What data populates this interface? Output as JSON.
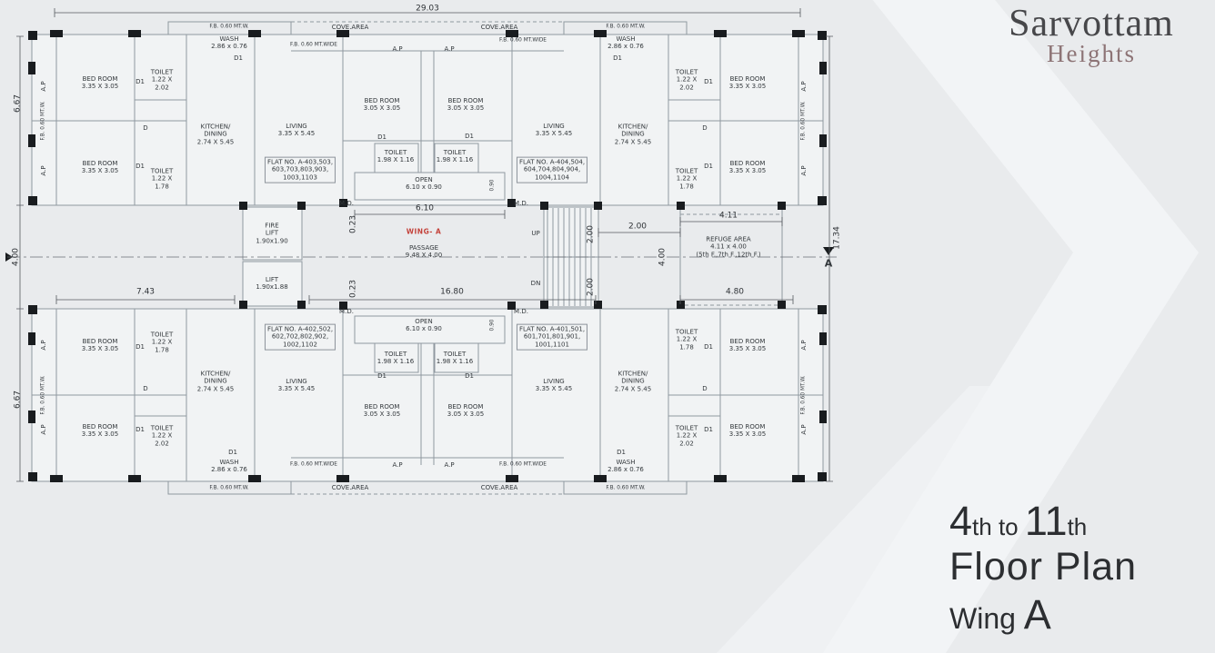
{
  "brand": {
    "name": "Sarvottam",
    "tagline": "Heights"
  },
  "caption": {
    "num1": "4",
    "suffix1": "th to ",
    "num2": "11",
    "suffix2": "th",
    "line2": "Floor Plan",
    "wing_prefix": "Wing ",
    "wing_letter": "A"
  },
  "colors": {
    "wing_label": "#c4423a",
    "brand_sub": "#8d7476",
    "ink": "#2c2e31",
    "page_bg": "#e9ebed"
  },
  "dims": {
    "top_width": "29.03",
    "upper_wing_height": "6.67",
    "core_height": "4.00",
    "lower_wing_height": "6.67",
    "total_height": "17.34",
    "left_gap": "7.43",
    "center_span": "16.80",
    "right_span": "4.80",
    "open_width": "6.10",
    "offset_top": "0.23",
    "offset_bottom": "0.23",
    "stair_flight_top": "2.00",
    "stair_flight_bottom": "2.00",
    "stair_landing": "2.00",
    "stair_depth": "4.00",
    "refuge_width": "4.11",
    "open_depth": "0.90",
    "section_marker": "A"
  },
  "rooms": {
    "bed_large": "BED ROOM\n3.35 X 3.05",
    "bed_small": "BED ROOM\n3.05 X 3.05",
    "toilet_a": "TOILET\n1.22 X\n2.02",
    "toilet_b": "TOILET\n1.22 X\n1.78",
    "toilet_c": "TOILET\n1.98 X 1.16",
    "kitchen": "KITCHEN/\nDINING\n2.74 X 5.45",
    "living": "LIVING\n3.35 X 5.45",
    "wash": "WASH\n2.86 x 0.76",
    "open": "OPEN\n6.10 x 0.90"
  },
  "flats": {
    "a403": "FLAT NO. A-403,503,\n603,703,803,903,\n1003,1103",
    "a404": "FLAT NO. A-404,504,\n604,704,804,904,\n1004,1104",
    "a402": "FLAT NO. A-402,502,\n602,702,802,902,\n1002,1102",
    "a401": "FLAT NO. A-401,501,\n601,701,801,901,\n1001,1101"
  },
  "ann": {
    "fb_w": "F.B. 0.60 MT.W.",
    "fb_wide": "F.B. 0.60 MT.WIDE",
    "cove": "COVE.AREA",
    "ap": "A.P",
    "md": "M.D.",
    "d1": "D1",
    "d": "D"
  },
  "core": {
    "fire_lift": "FIRE\nLIFT\n1.90x1.90",
    "lift": "LIFT\n1.90x1.88",
    "wing_label": "WING- A",
    "passage": "PASSAGE\n9.48 X 4.00",
    "up": "UP",
    "down": "DN",
    "refuge": "REFUGE AREA\n4.11 x 4.00\n(5th F.,7th F.,12th F.)"
  }
}
